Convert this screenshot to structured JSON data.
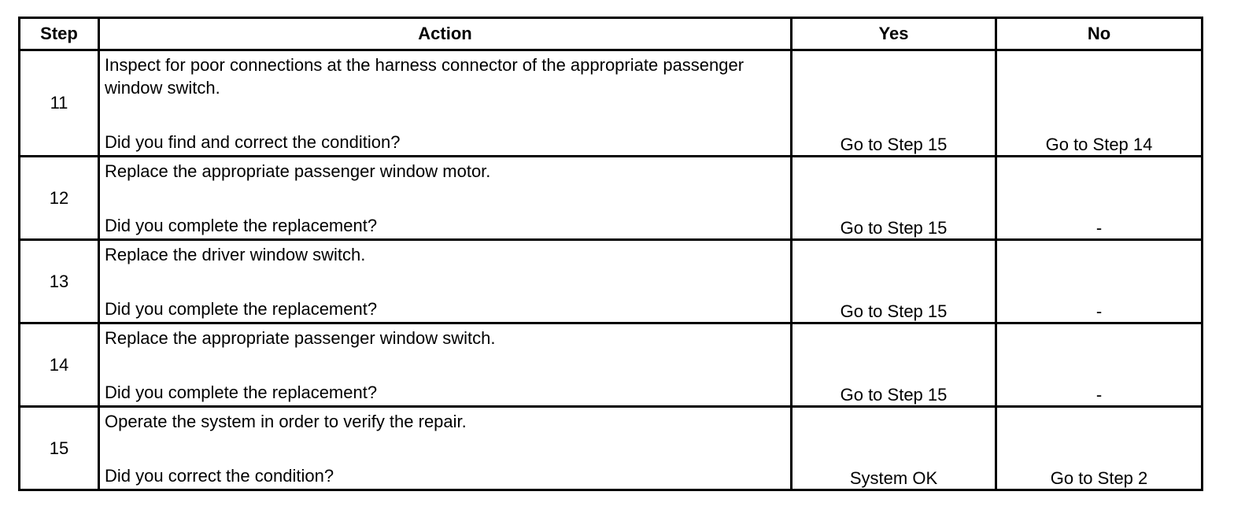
{
  "headers": {
    "step": "Step",
    "action": "Action",
    "yes": "Yes",
    "no": "No"
  },
  "rows": [
    {
      "step": "11",
      "action": "Inspect for poor connections at the harness connector of the appropriate passenger window switch.",
      "question": "Did you find and correct the condition?",
      "yes": "Go to Step 15",
      "no": "Go to Step 14"
    },
    {
      "step": "12",
      "action": "Replace the appropriate passenger window motor.",
      "question": "Did you complete the replacement?",
      "yes": "Go to Step 15",
      "no": "-"
    },
    {
      "step": "13",
      "action": "Replace the driver window switch.",
      "question": "Did you complete the replacement?",
      "yes": "Go to Step 15",
      "no": "-"
    },
    {
      "step": "14",
      "action": "Replace the appropriate passenger window switch.",
      "question": "Did you complete the replacement?",
      "yes": "Go to Step 15",
      "no": "-"
    },
    {
      "step": "15",
      "action": "Operate the system in order to verify the repair.",
      "question": "Did you correct the condition?",
      "yes": "System OK",
      "no": "Go to Step 2"
    }
  ]
}
